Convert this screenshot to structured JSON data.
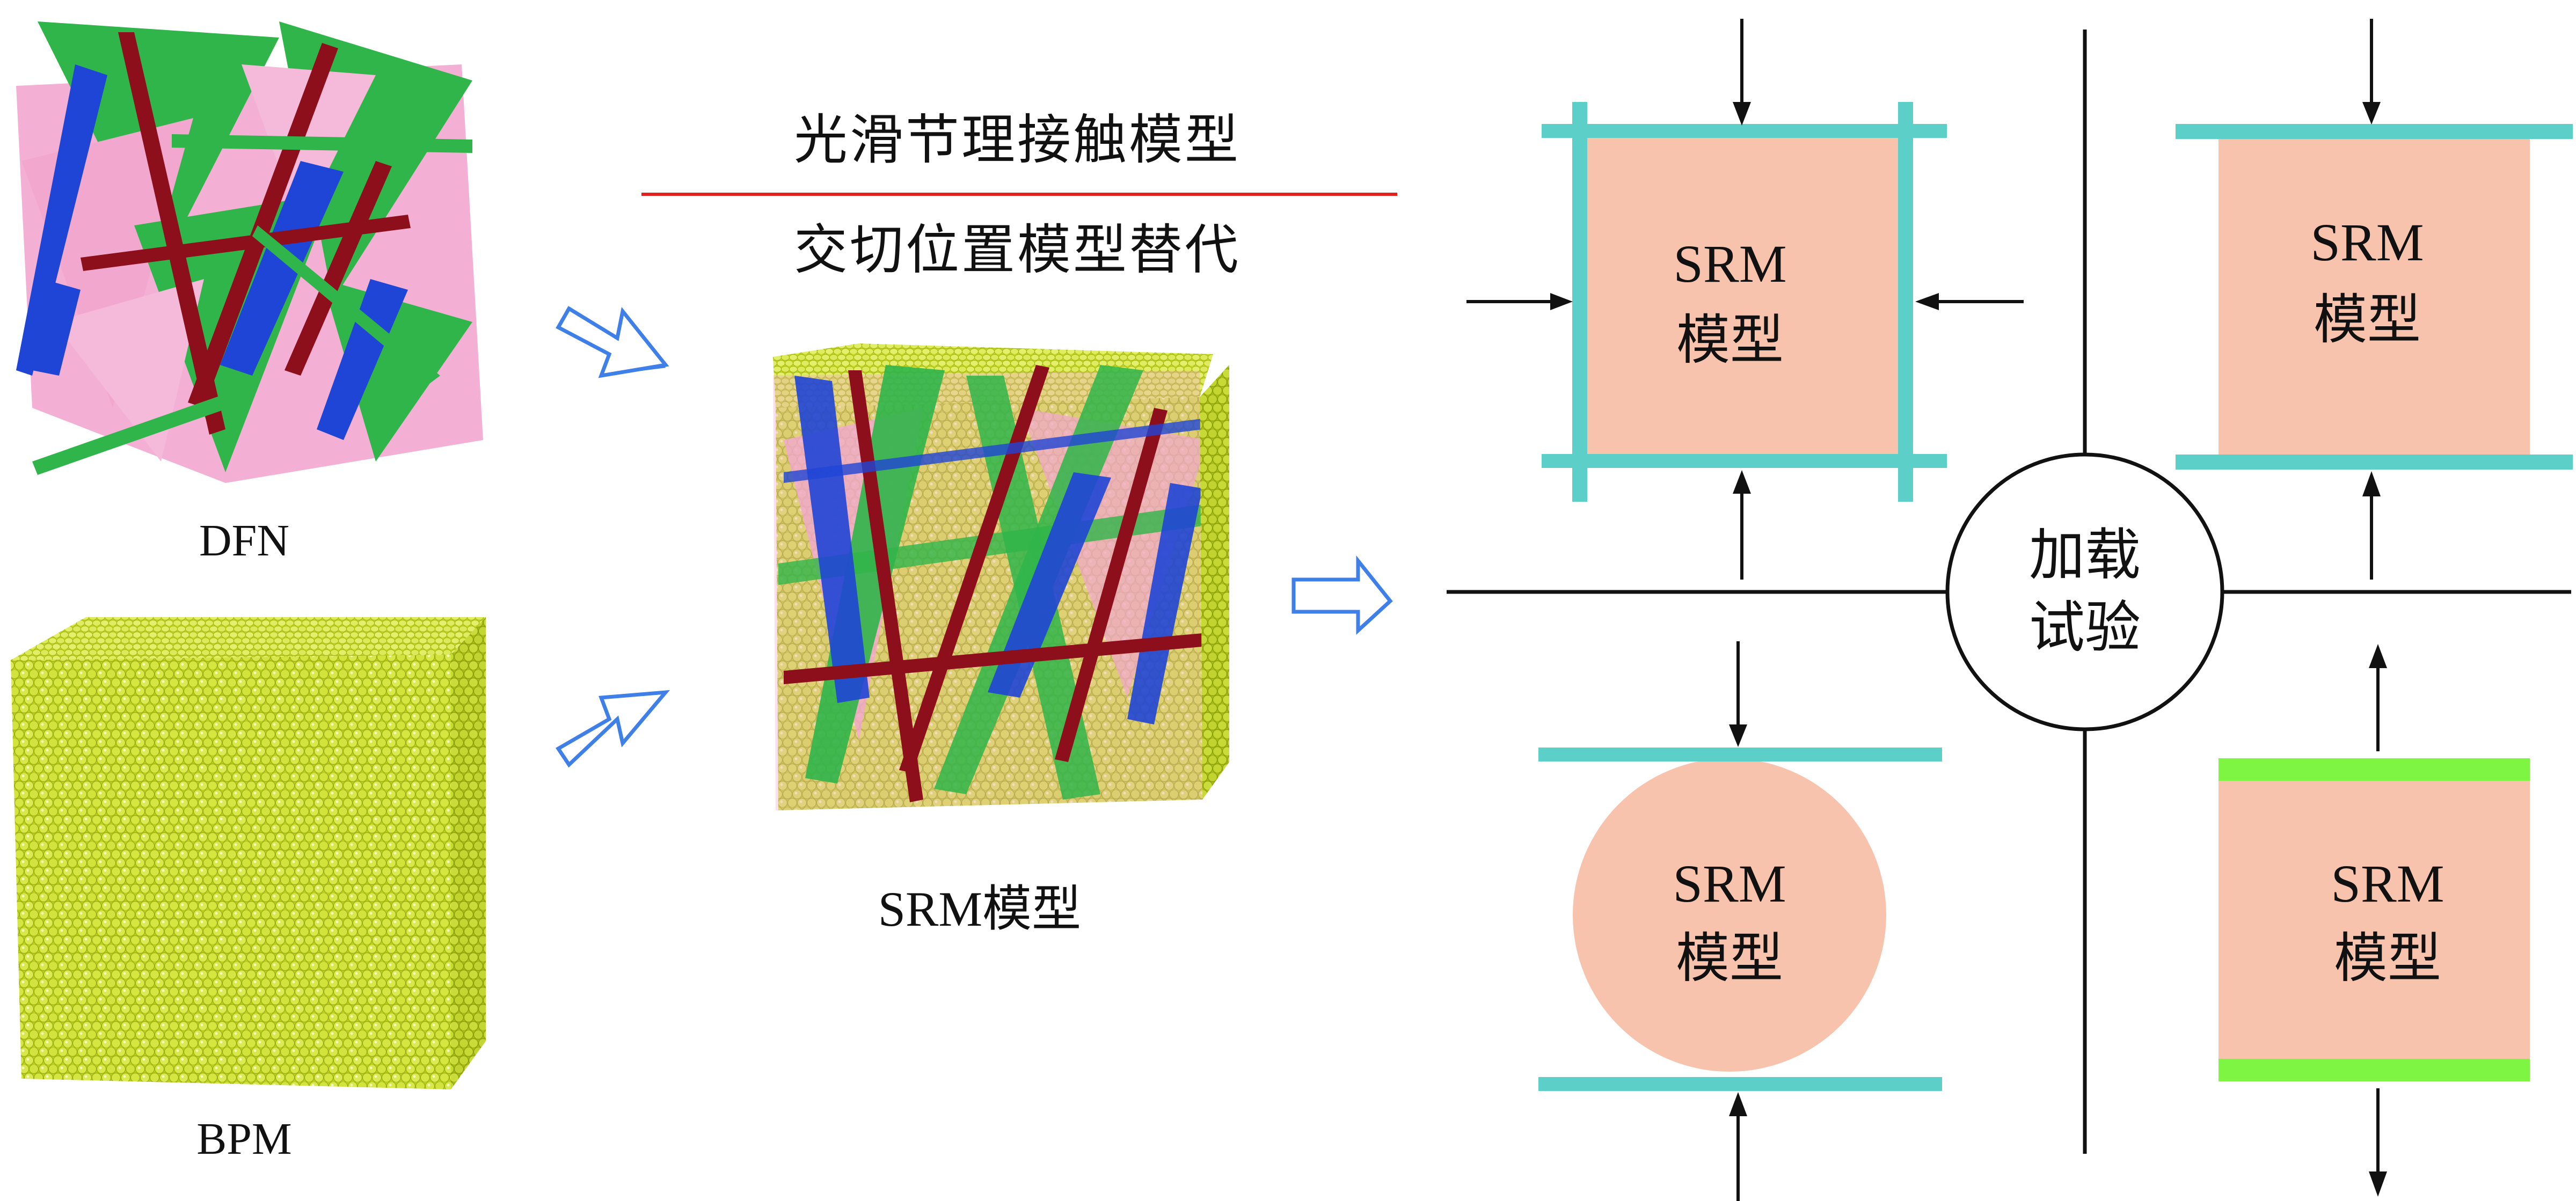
{
  "labels": {
    "dfn": "DFN",
    "bpm": "BPM",
    "srm_model": "SRM模型",
    "title_top": "光滑节理接触模型",
    "title_bottom": "交切位置模型替代",
    "center": [
      "加载",
      "试验"
    ]
  },
  "loading_tests": [
    {
      "id": "biaxial",
      "line1": "SRM",
      "line2": "模型"
    },
    {
      "id": "uniaxial-compression",
      "line1": "SRM",
      "line2": "模型"
    },
    {
      "id": "brazilian-disc",
      "line1": "SRM",
      "line2": "模型"
    },
    {
      "id": "direct-tension",
      "line1": "SRM",
      "line2": "模型"
    }
  ],
  "icons": {
    "flow_arrow_1": "hollow-arrow-icon",
    "flow_arrow_2": "hollow-arrow-icon",
    "flow_arrow_3": "hollow-arrow-icon",
    "dfn_cube": "fracture-network-cube-icon",
    "bpm_cube": "particle-cube-icon",
    "srm_cube": "synthetic-rock-mass-cube-icon"
  },
  "colors": {
    "platen": "#5ccfc9",
    "specimen": "#f8c3ad",
    "tension_platen": "#7ef542",
    "divider_red": "#e0221e",
    "arrow_blue": "#3f7fe8",
    "particle": "#c9dc2a",
    "frac_pink": "#f2a7cf",
    "frac_green": "#2fb54a",
    "frac_blue": "#1f45d6",
    "frac_red": "#8e0f1c"
  }
}
